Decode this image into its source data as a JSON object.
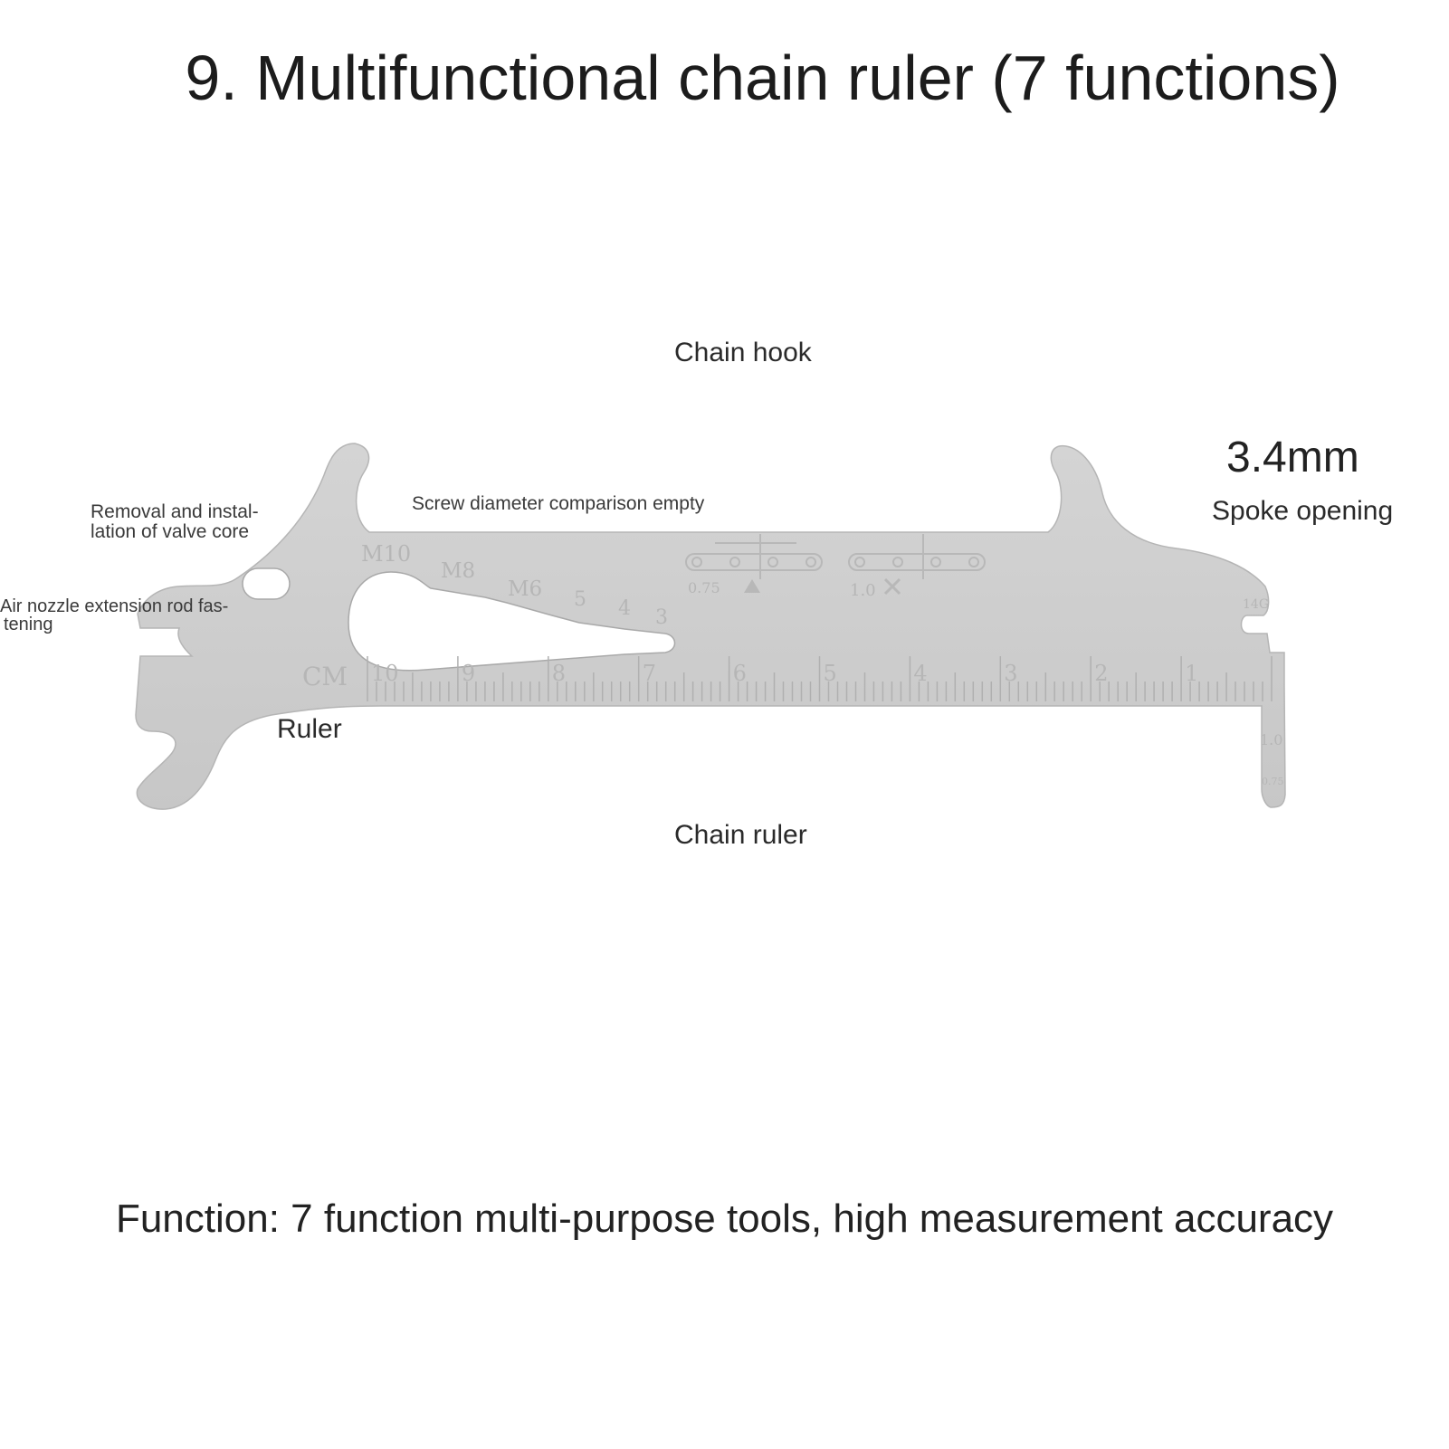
{
  "title": "9. Multifunctional chain ruler (7 functions)",
  "labels": {
    "chain_hook": "Chain hook",
    "spoke_size": "3.4mm",
    "spoke_opening": "Spoke opening",
    "valve_core_line1": "Removal and instal-",
    "valve_core_line2": "lation of valve core",
    "screw_diameter": "Screw diameter comparison empty",
    "air_nozzle_line1": "Air nozzle extension rod fas-",
    "air_nozzle_line2": "tening",
    "ruler": "Ruler",
    "chain_ruler": "Chain ruler"
  },
  "engravings": {
    "screw_sizes": [
      "M10",
      "M8",
      "M6",
      "5",
      "4",
      "3"
    ],
    "unit": "CM",
    "scale_numbers": [
      "10",
      "9",
      "8",
      "7",
      "6",
      "5",
      "4",
      "3",
      "2",
      "1"
    ],
    "wear_075": "0.75",
    "wear_10": "1.0",
    "spoke_gauge": "14G",
    "hook_10": "1.0",
    "hook_075": "0.75"
  },
  "footer": "Function: 7 function multi-purpose tools, high measurement accuracy",
  "colors": {
    "tool_fill": "#cfcfcf",
    "tool_edge": "#b2b2b2",
    "engraving": "#b6b6b6",
    "text": "#222222"
  }
}
